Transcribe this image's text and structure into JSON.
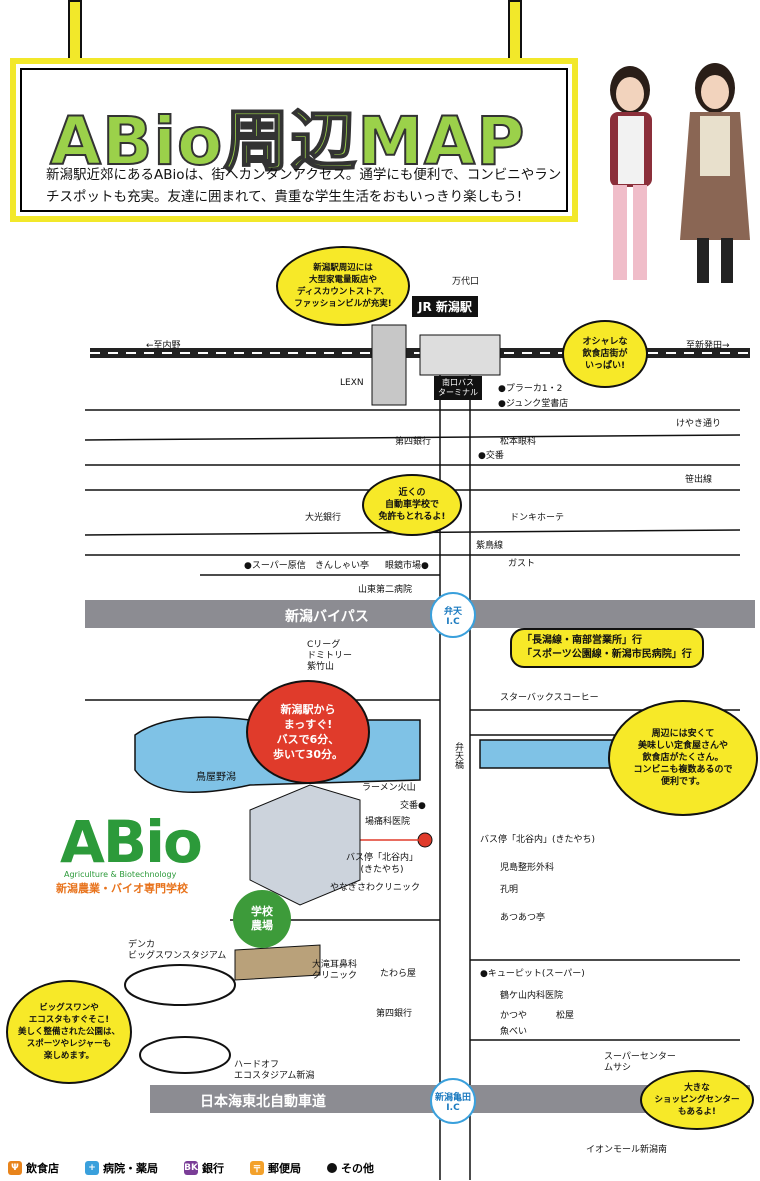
{
  "title": "ABio周辺MAP",
  "intro": "新潟駅近郊にあるABioは、街へカンタンアクセス。通学にも便利で、コンビニやランチスポットも充実。友達に囲まれて、貴重な学生生活をおもいっきり楽しもう!",
  "colors": {
    "yellow": "#f2e82a",
    "green": "#9bd14a",
    "road": "#8c8c92",
    "water": "#7fc2e6",
    "red": "#e03b2b"
  },
  "roads": {
    "bypass": "新潟バイパス",
    "expressway": "日本海東北自動車道"
  },
  "ic": {
    "benten": "弁天\nI.C",
    "kameda": "新潟亀田\nI.C"
  },
  "directions": {
    "left": "←至内野",
    "right": "至新発田→",
    "manyo": "万代口"
  },
  "station": {
    "name": "JR 新潟駅",
    "lexn": "LEXN",
    "bus_terminal": "南口バス\nターミナル",
    "plaka": "●プラーカ1・2",
    "junku": "●ジュンク堂書店"
  },
  "streets": {
    "keyaki": "けやき通り",
    "sasade": "笹出線",
    "shibijima": "紫鳥線",
    "bentenbashi": "弁天橋"
  },
  "places": {
    "daishi_bank": "第四銀行",
    "matsumoto": "松本眼科",
    "koban1": "●交番",
    "daiko_bank": "大光銀行",
    "donki": "ドンキホーテ",
    "gusto": "ガスト",
    "super_harashin": "●スーパー原信",
    "kinshaiya": "きんしゃい亭",
    "gyogyo": "眼鏡市場●",
    "sanno": "山東第二病院",
    "dormitory": "Cリーグ\nドミトリー\n紫竹山",
    "starbucks": "スターバックスコーヒー",
    "bus_route": "「長潟線・南部営業所」行\n「スポーツ公園線・新潟市民病院」行",
    "toriyano": "鳥屋野潟",
    "ramen": "ラーメン火山",
    "koban2": "交番●",
    "bamaki": "場痛科医院",
    "bus_stop_left": "バス停「北谷内」\n(きたやち)",
    "bus_stop_right": "バス停「北谷内」(きたやち)",
    "yanagisawa": "やなぎさわクリニック",
    "jido": "児島整形外科",
    "komei": "孔明",
    "atsuatsu": "あつあつ亭",
    "denka": "デンカ\nビッグスワンスタジアム",
    "otaki": "大滝耳鼻科\nクリニック",
    "tawara": "たわら屋",
    "daishi_bank2": "第四銀行",
    "kewpie": "●キューピット(スーパー)",
    "tsurugayama": "鶴ケ山内科医院",
    "katsuya": "かつや",
    "matsuya": "松屋",
    "uobei": "魚べい",
    "super_center": "スーパーセンター\nムサシ",
    "hardoff": "ハードオフ\nエコスタジアム新潟",
    "aeon": "イオンモール新潟南",
    "farm": "学校\n農場"
  },
  "school": {
    "logo": "ABio",
    "tagline": "Agriculture & Biotechnology",
    "name": "新潟農業・バイオ専門学校"
  },
  "bubbles": {
    "station_area": "新潟駅周辺には\n大型家電量販店や\nディスカウントストア、\nファッションビルが充実!",
    "fashion": "オシャレな\n飲食店街が\nいっぱい!",
    "driving": "近くの\n自動車学校で\n免許もとれるよ!",
    "direct": "新潟駅から\nまっすぐ!\nバスで6分、\n歩いて30分。",
    "food_area": "周辺には安くて\n美味しい定食屋さんや\n飲食店がたくさん。\nコンビニも複数あるので\n便利です。",
    "bigswan": "ビッグスワンや\nエコスタもすぐそこ!\n美しく整備された公園は、\nスポーツやレジャーも\n楽しめます。",
    "shopping": "大きな\nショッピングセンター\nもあるよ!"
  },
  "legend": [
    {
      "icon": "food-icon",
      "label": "飲食店"
    },
    {
      "icon": "hospital-icon",
      "label": "病院・薬局"
    },
    {
      "icon": "bank-icon",
      "label": "銀行"
    },
    {
      "icon": "post-icon",
      "label": "郵便局"
    },
    {
      "icon": "dot-icon",
      "label": "その他"
    }
  ]
}
